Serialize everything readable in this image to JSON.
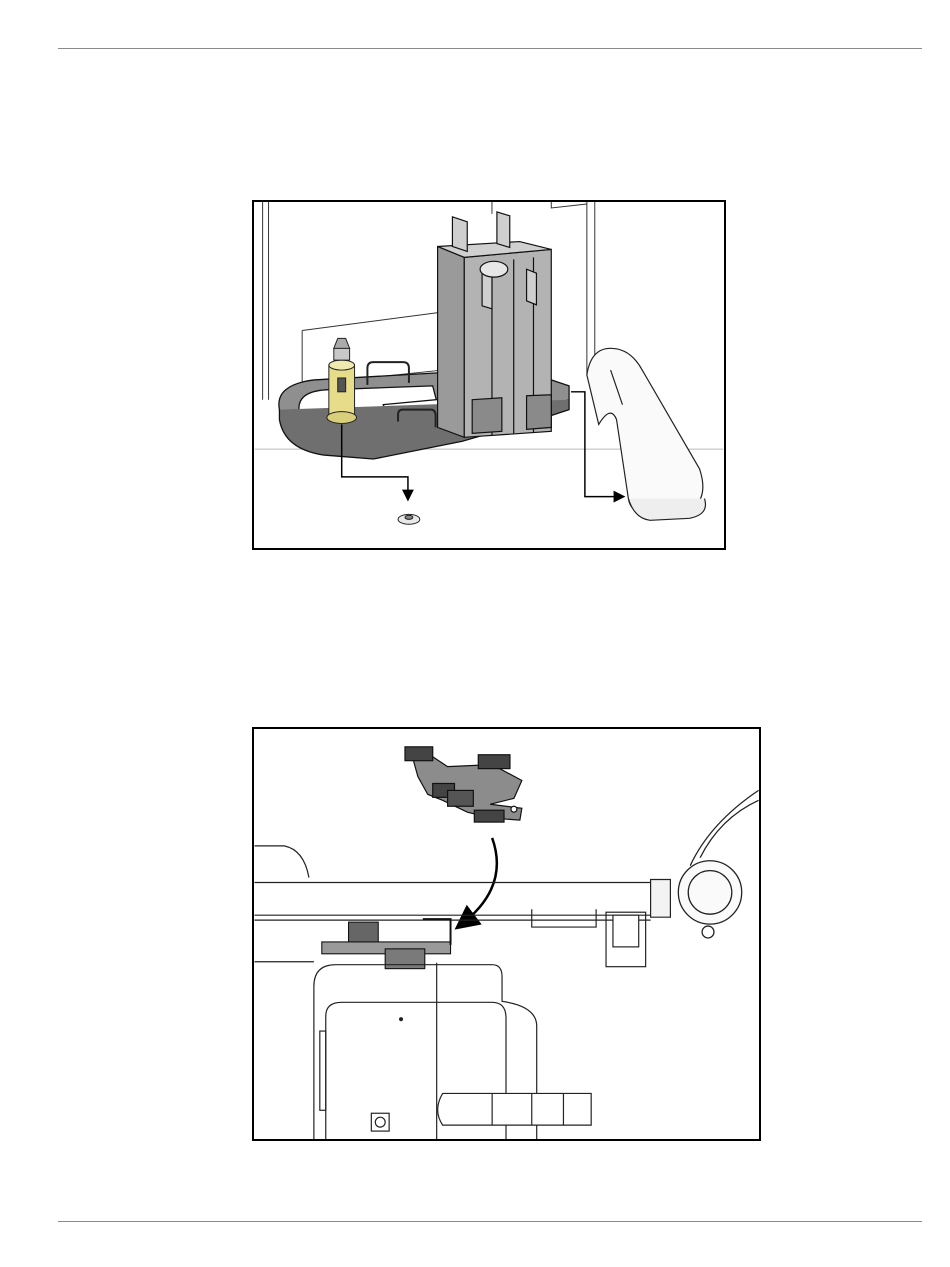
{
  "document": {
    "header_rule": "top",
    "footer_rule": "bottom"
  },
  "figures": [
    {
      "id": "figure-1",
      "depicts": "cassette-rack-assembly-with-locking-pin-and-base-arm",
      "colors": {
        "highlight_pin": "#e6dc8a",
        "body_gray": "#a9a9a9",
        "line": "#1a1a1a"
      }
    },
    {
      "id": "figure-2",
      "depicts": "clip-installation-onto-stand-rail",
      "colors": {
        "part_dark": "#444444",
        "part_mid": "#8c8c8c",
        "line": "#1a1a1a"
      }
    }
  ]
}
